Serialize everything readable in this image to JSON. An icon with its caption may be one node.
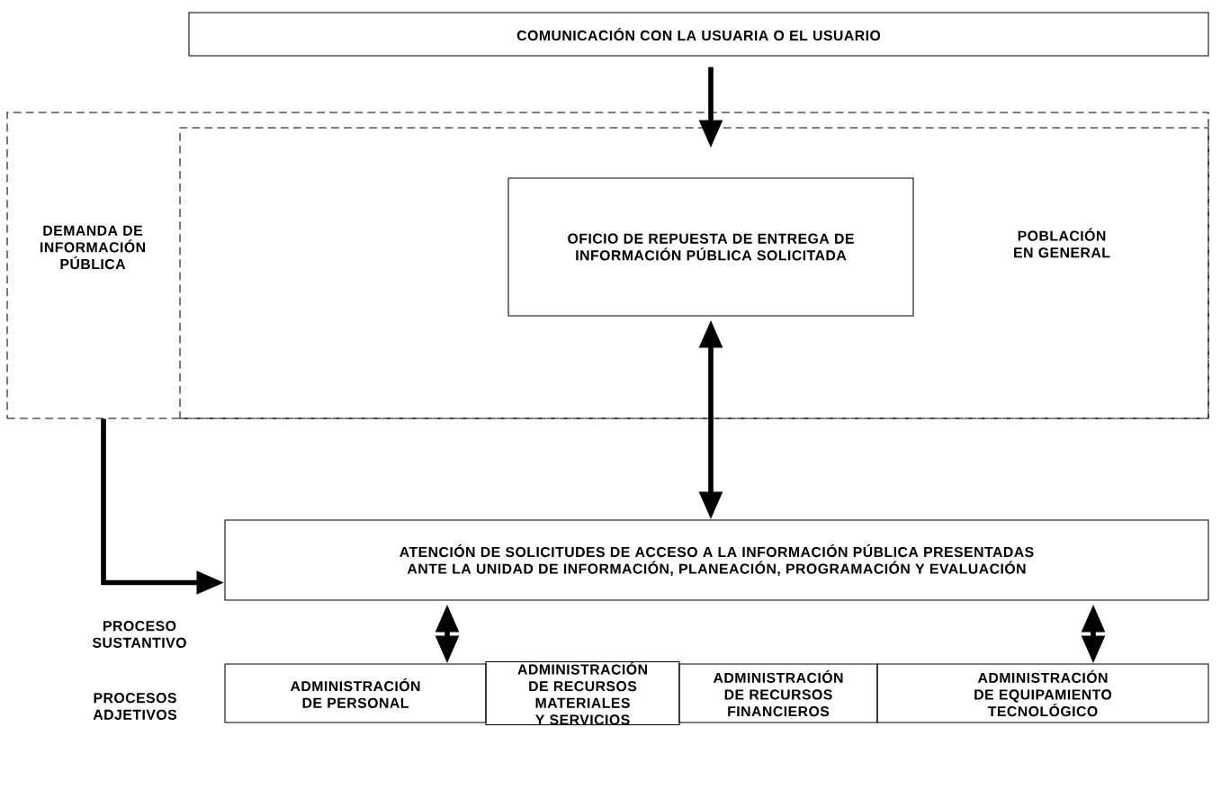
{
  "diagram": {
    "nodes": [
      {
        "text": [
          "COMUNICACIÓN CON LA USUARIA O EL USUARIO"
        ]
      },
      {
        "text": [
          "DEMANDA DE INFORMACIÓN PÚBLICA"
        ]
      },
      {
        "text": [
          "POBLACIÓN EN GENERAL"
        ],
        "in": 1
      },
      {
        "text": [
          "OFICIO DE REPUESTA DE ENTREGA DE INFORMACIÓN PÚBLICA SOLICITADA"
        ],
        "in": 2
      },
      {
        "text": [
          "ATENCIÓN DE SOLICITUDES DE ACCESO A LA INFORMACIÓN PÚBLICA PRESENTADAS ANTE LA UNIDAD DE INFORMACIÓN, PLANEACIÓN, PROGRAMACIÓN Y EVALUACIÓN"
        ]
      },
      {
        "text": [
          "ADMINISTRACIÓN DE PERSONAL"
        ]
      },
      {
        "text": [
          "ADMINISTRACIÓN DE RECURSOS MATERIALES Y SERVICIOS"
        ]
      },
      {
        "text": [
          "ADMINISTRACIÓN DE RECURSOS FINANCIEROS"
        ]
      },
      {
        "text": [
          "ADMINISTRACIÓN DE EQUIPAMIENTO TECNOLÓGICO"
        ]
      }
    ],
    "edges": [
      {
        "from": 0,
        "to": 2,
        "arrow": "to"
      },
      {
        "from": 3,
        "to": 4,
        "arrow": "both"
      },
      {
        "from": 1,
        "to": 4,
        "arrow": "to"
      },
      {
        "from": 4,
        "to": 5,
        "arrow": "both"
      },
      {
        "from": 4,
        "to": 8,
        "arrow": "both"
      }
    ],
    "labels": [
      "PROCESO SUSTANTIVO",
      "PROCESOS ADJETIVOS"
    ]
  }
}
